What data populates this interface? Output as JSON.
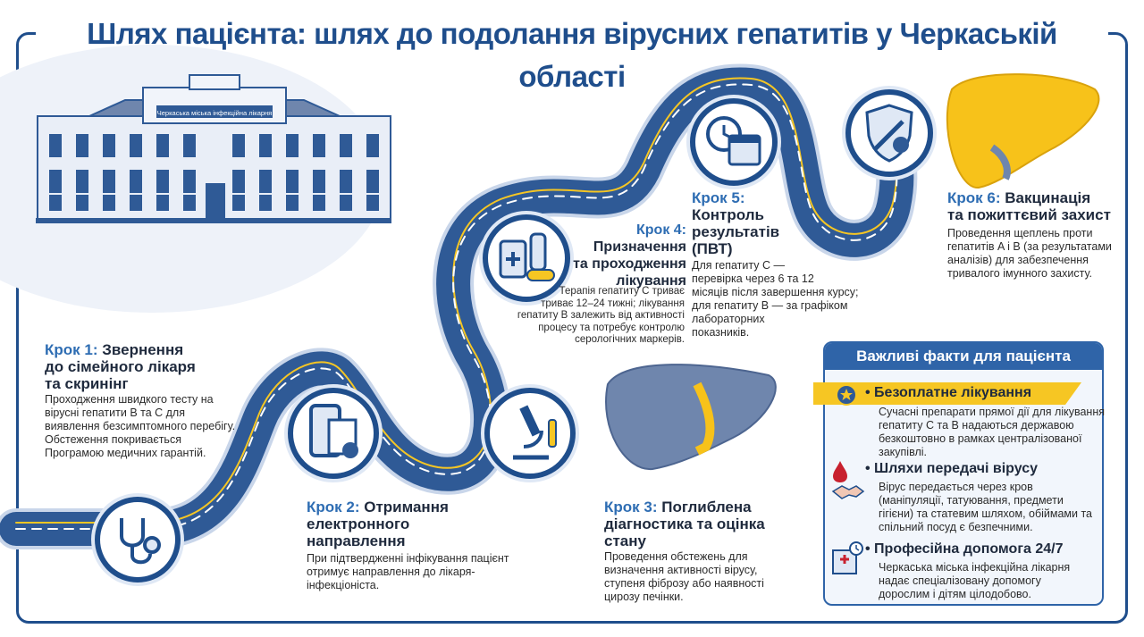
{
  "title": "Шлях пацієнта: шлях до подолання вірусних гепатитів у Черкаській області",
  "building": {
    "sign": "Черкаська міська інфекційна лікарня"
  },
  "steps": [
    {
      "kw": "Крок 1:",
      "title_l1": "Звернення",
      "title_l2": "до сімейного лікаря",
      "title_l3": "та скринінг",
      "desc": [
        "Проходження швидкого тесту на",
        "вірусні гепатити B та C для",
        "виявлення безсимптомного перебігу.",
        "Обстеження покривається",
        "Програмою медичних гарантій."
      ]
    },
    {
      "kw": "Крок 2:",
      "title_l1": "Отримання",
      "title_l2": "електронного",
      "title_l3": "направлення",
      "desc": [
        "При підтвердженні інфікування пацієнт",
        "отримує направлення до лікаря-",
        "інфекціоніста."
      ]
    },
    {
      "kw": "Крок 3:",
      "title_l1": "Поглиблена",
      "title_l2": "діагностика та оцінка",
      "title_l3": "стану",
      "desc": [
        "Проведення обстежень для",
        "визначення активності вірусу,",
        "ступеня фіброзу або наявності",
        "цирозу печінки."
      ]
    },
    {
      "kw": "Крок 4:",
      "title_l1": "Призначення",
      "title_l2": "та проходження",
      "title_l3": "лікування",
      "desc": [
        "Терапія гепатиту C триває",
        "триває 12–24 тижні; лікування",
        "гепатиту B залежить від активності",
        "процесу та потребує контролю",
        "серологічних маркерів."
      ]
    },
    {
      "kw": "Крок 5:",
      "title_l1": "Контроль",
      "title_l2": "результатів",
      "title_l3": "(ПВТ)",
      "desc": [
        "Для гепатиту C —",
        "перевірка через 6 та 12",
        "місяців після завершення курсу;",
        "для гепатиту B — за графіком",
        "лабораторних",
        "показників."
      ]
    },
    {
      "kw": "Крок 6:",
      "title_l1": "Вакцинація",
      "title_l2": "та пожиттєвий захист",
      "title_l3": "",
      "desc": [
        "Проведення щеплень проти",
        "гепатитів A і B (за результатами",
        "аналізів) для забезпечення",
        "тривалого імунного захисту."
      ]
    }
  ],
  "facts": {
    "header": "Важливі факти для пацієнта",
    "items": [
      {
        "title": "• Безоплатне лікування",
        "text": [
          "Сучасні препарати прямої дії для лікування",
          "гепатиту C та B надаються державою",
          "безкоштовно в рамках централізованої",
          "закупівлі."
        ]
      },
      {
        "title": "• Шляхи передачі вірусу",
        "text": [
          "Вірус передається через кров",
          "(маніпуляції, татуювання, предмети",
          "гігієни) та статевим шляхом, обіймами та",
          "спільний посуд є безпечними."
        ]
      },
      {
        "title": "• Професійна допомога 24/7",
        "text": [
          "Черкаська міська інфекційна лікарня",
          "надає спеціалізовану допомогу",
          "дорослим і дітям цілодобово."
        ]
      }
    ]
  },
  "colors": {
    "brand": "#1f4e8c",
    "road": "#2f5a96",
    "accent": "#f6c623",
    "liver_gold": "#f7c21a",
    "liver_blue": "#6f86ad"
  },
  "icons": [
    "stethoscope-icon",
    "e-referral-icon",
    "microscope-icon",
    "medicine-icon",
    "calendar-clock-icon",
    "vaccine-shield-icon",
    "medal-icon",
    "blood-handshake-icon",
    "hospital-icon"
  ]
}
